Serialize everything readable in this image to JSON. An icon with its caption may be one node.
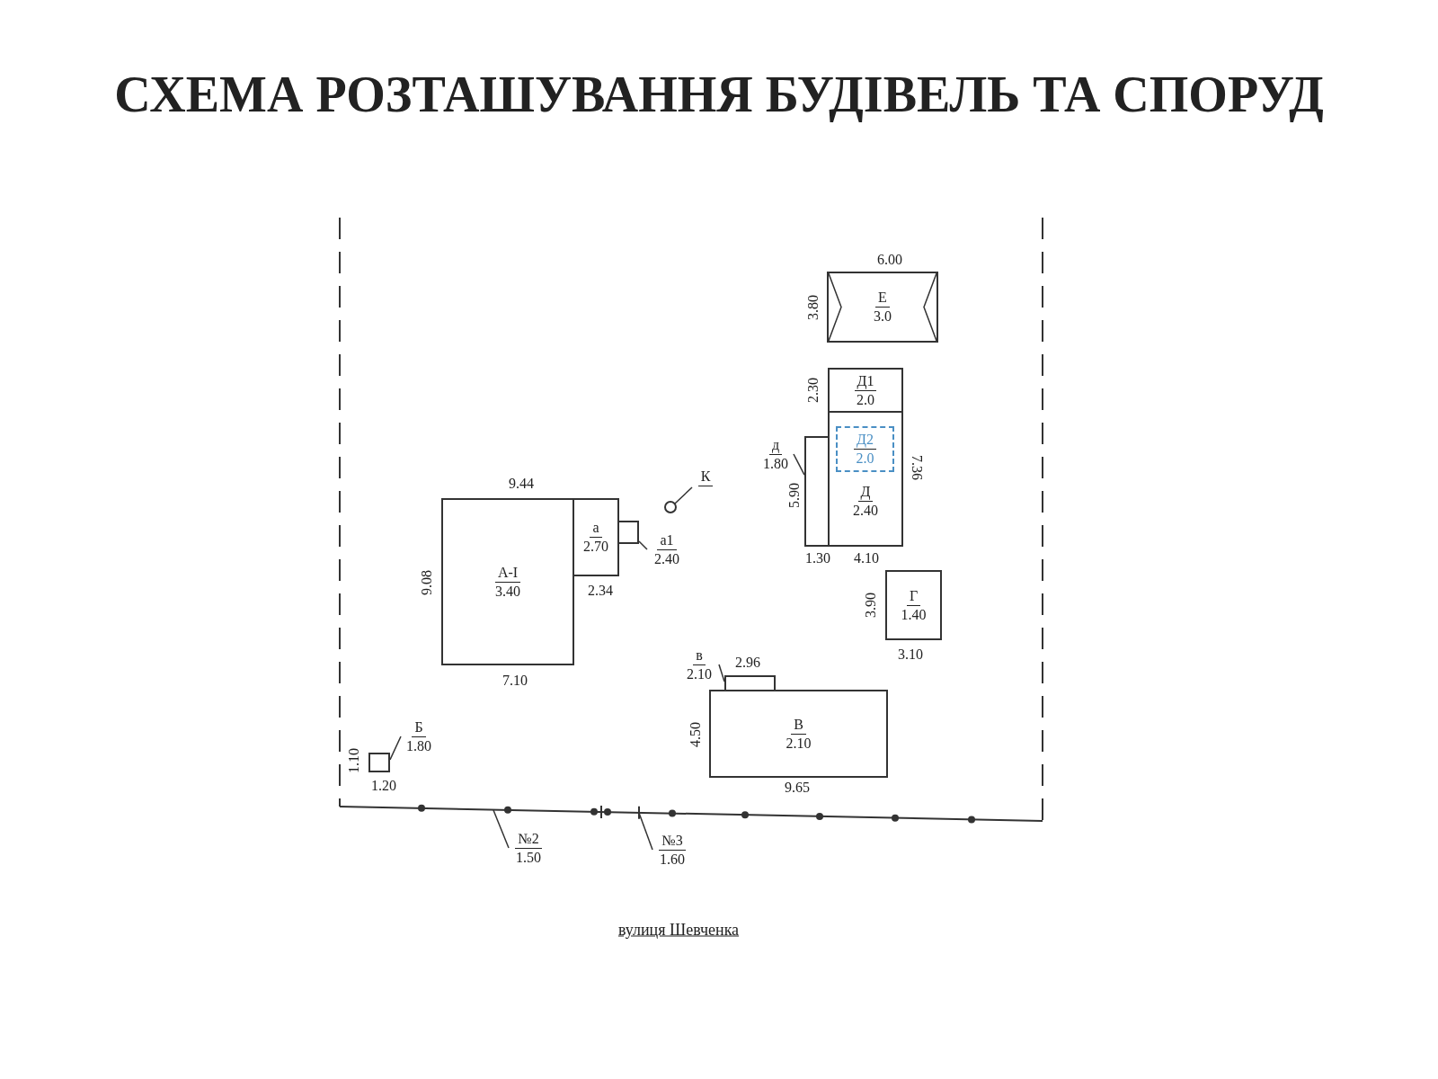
{
  "diagram": {
    "title": "СХЕМА РОЗТАШУВАННЯ БУДІВЕЛЬ ТА СПОРУД",
    "nodes": [
      {
        "text": [
          "А-І",
          "3.40"
        ],
        "beside": [
          "9.44",
          "9.08",
          "7.10"
        ]
      },
      {
        "text": [
          "а",
          "2.70"
        ],
        "beside": [
          "2.34"
        ]
      },
      {
        "text": [],
        "shape": "box"
      },
      {
        "text": [
          "а1",
          "2.40"
        ]
      },
      {
        "text": [],
        "shape": "circle"
      },
      {
        "text": [
          "К"
        ]
      },
      {
        "text": [
          "Е",
          "3.0"
        ],
        "beside": [
          "6.00",
          "3.80"
        ]
      },
      {
        "text": [
          "Д1",
          "2.0"
        ],
        "beside": [
          "2.30"
        ]
      },
      {
        "text": [
          "Д",
          "2.40"
        ],
        "beside": [
          "7.36",
          "4.10"
        ]
      },
      {
        "text": [
          "Д2",
          "2.0"
        ],
        "in": 8
      },
      {
        "text": [],
        "shape": "box",
        "beside": [
          "5.90",
          "1.30"
        ]
      },
      {
        "text": [
          "д",
          "1.80"
        ]
      },
      {
        "text": [
          "Г",
          "1.40"
        ],
        "beside": [
          "3.90",
          "3.10"
        ]
      },
      {
        "text": [],
        "shape": "box",
        "beside": [
          "2.96"
        ]
      },
      {
        "text": [
          "в",
          "2.10"
        ]
      },
      {
        "text": [
          "В",
          "2.10"
        ],
        "beside": [
          "4.50",
          "9.65"
        ]
      },
      {
        "text": [],
        "shape": "box",
        "beside": [
          "1.10",
          "1.20"
        ]
      },
      {
        "text": [
          "Б",
          "1.80"
        ]
      },
      {
        "text": [
          "№2",
          "1.50"
        ]
      },
      {
        "text": [
          "№3",
          "1.60"
        ]
      }
    ],
    "edges": [
      {
        "from": 3,
        "to": 2,
        "arrow": "none"
      },
      {
        "from": 5,
        "to": 4,
        "arrow": "none"
      },
      {
        "from": 11,
        "to": 10,
        "arrow": "none"
      },
      {
        "from": 14,
        "to": 13,
        "arrow": "none"
      },
      {
        "from": 17,
        "to": 16,
        "arrow": "none"
      },
      {
        "from": 18,
        "to": null,
        "arrow": "none"
      },
      {
        "from": 19,
        "to": null,
        "arrow": "none"
      }
    ],
    "labels": [
      "вулиця Шевченка"
    ]
  }
}
